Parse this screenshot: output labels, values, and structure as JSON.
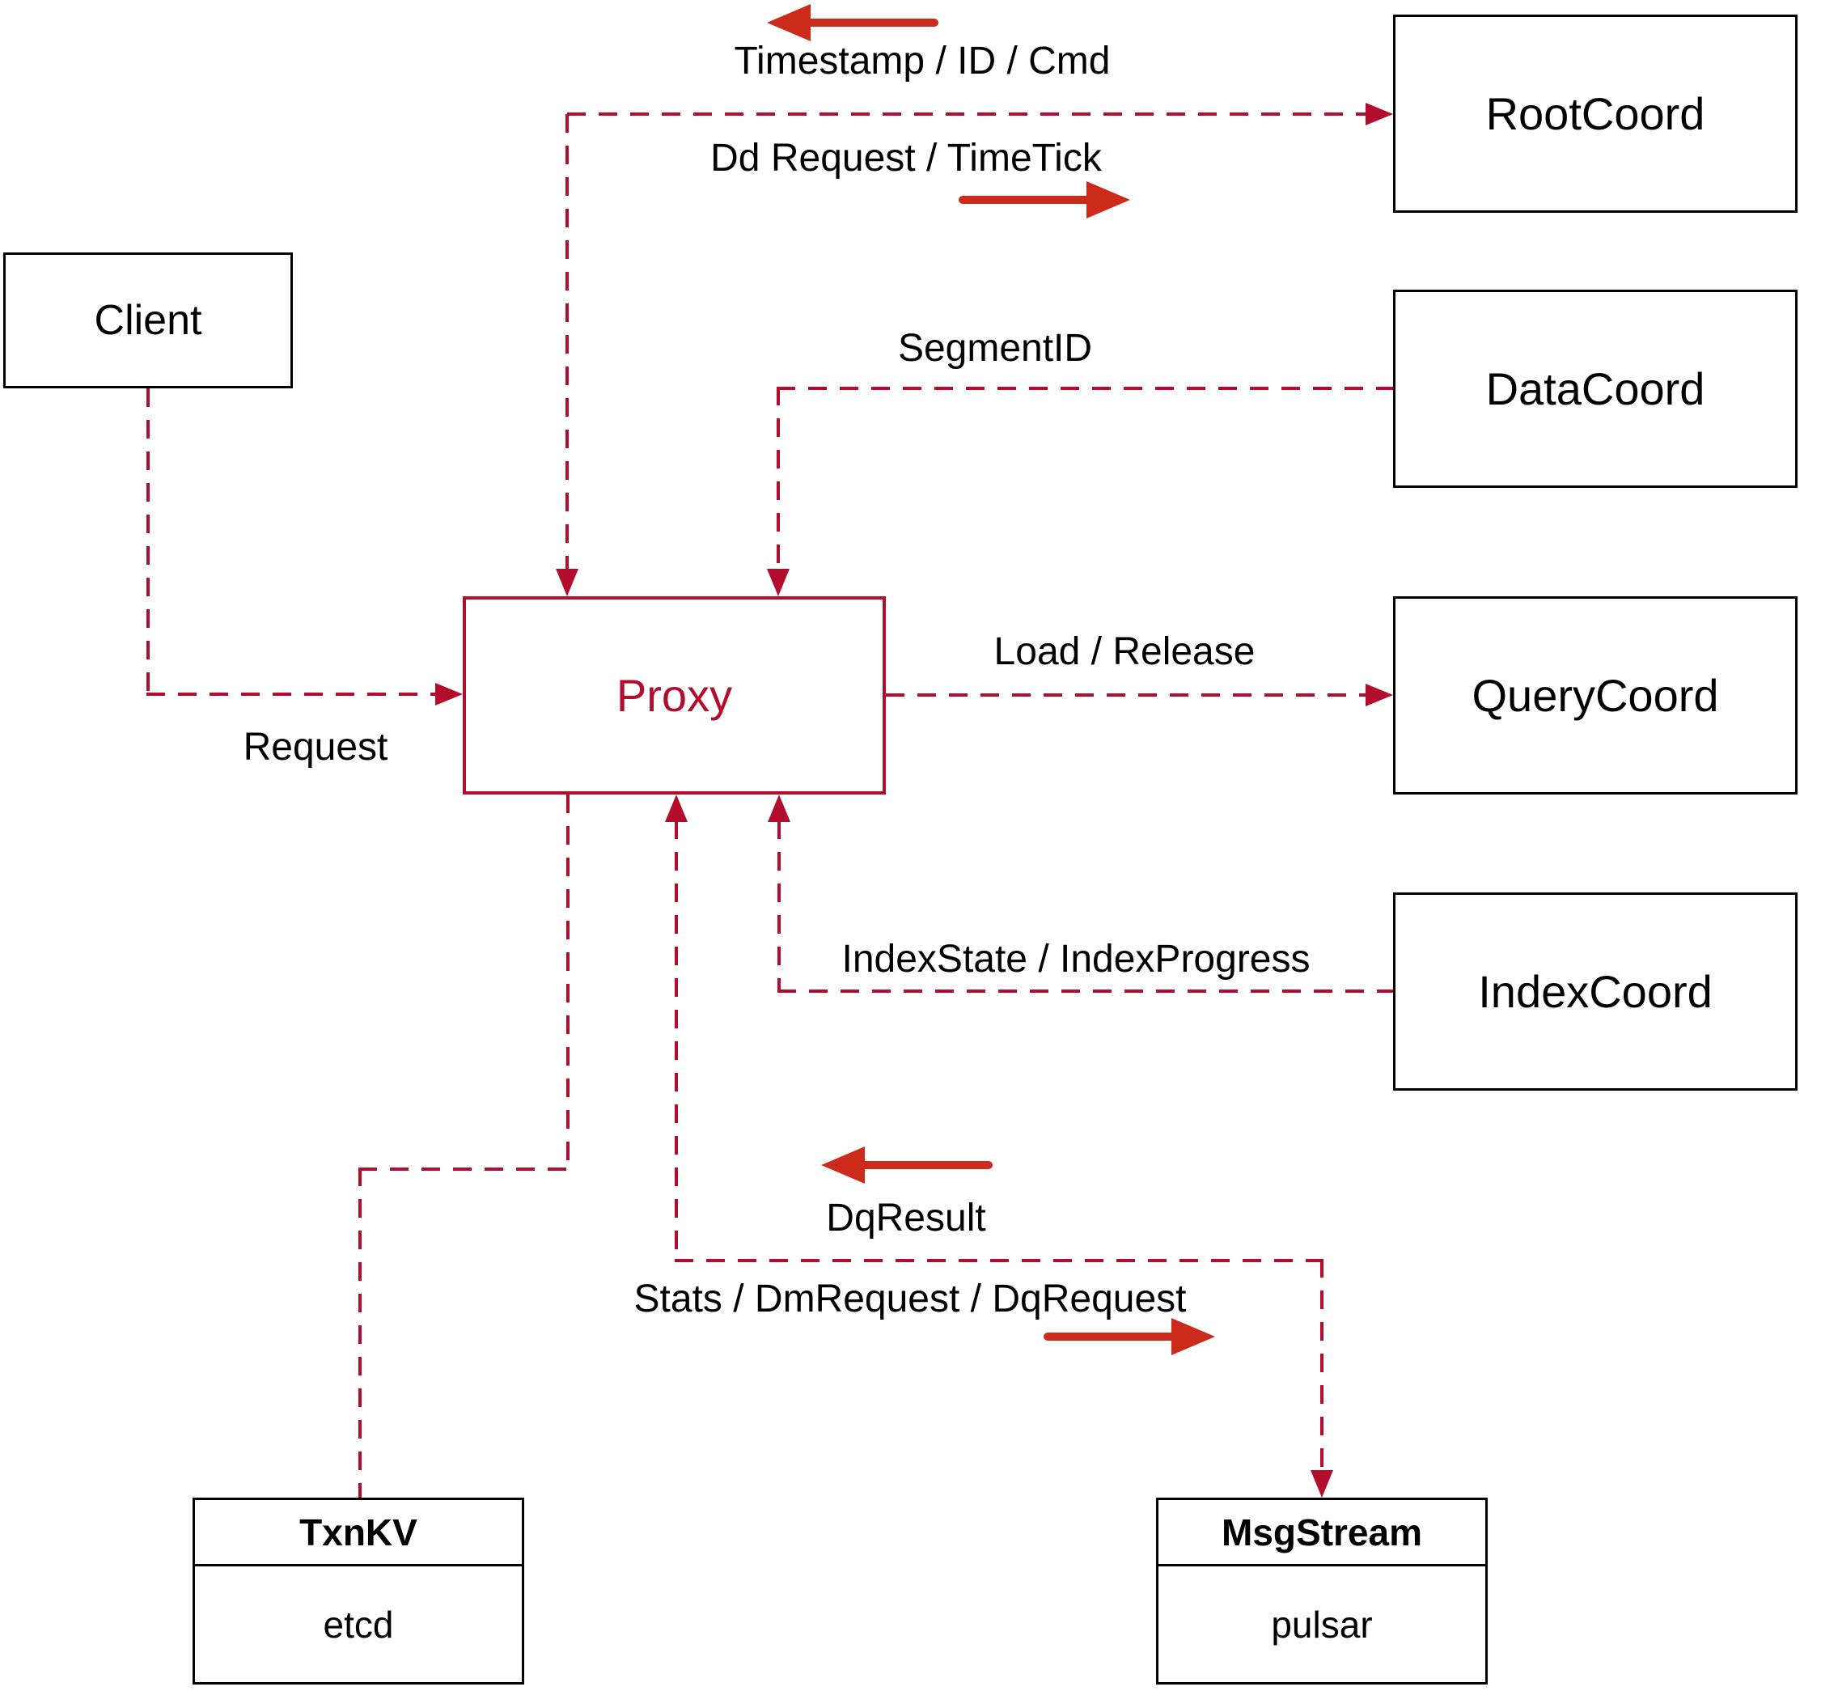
{
  "diagram": {
    "nodes": {
      "client": {
        "label": "Client"
      },
      "proxy": {
        "label": "Proxy"
      },
      "root_coord": {
        "label": "RootCoord"
      },
      "data_coord": {
        "label": "DataCoord"
      },
      "query_coord": {
        "label": "QueryCoord"
      },
      "index_coord": {
        "label": "IndexCoord"
      },
      "txn_kv": {
        "title": "TxnKV",
        "impl": "etcd"
      },
      "msg_stream": {
        "title": "MsgStream",
        "impl": "pulsar"
      }
    },
    "edge_labels": {
      "timestamp": "Timestamp / ID / Cmd",
      "dd_request": "Dd Request / TimeTick",
      "segment_id": "SegmentID",
      "request": "Request",
      "load_release": "Load / Release",
      "index_state": "IndexState / IndexProgress",
      "dq_result": "DqResult",
      "stats": "Stats / DmRequest / DqRequest"
    },
    "colors": {
      "line_red": "#b30d2e",
      "arrow_red": "#cc2a1a",
      "box_border": "#000000",
      "text": "#000000",
      "background": "#ffffff"
    }
  }
}
